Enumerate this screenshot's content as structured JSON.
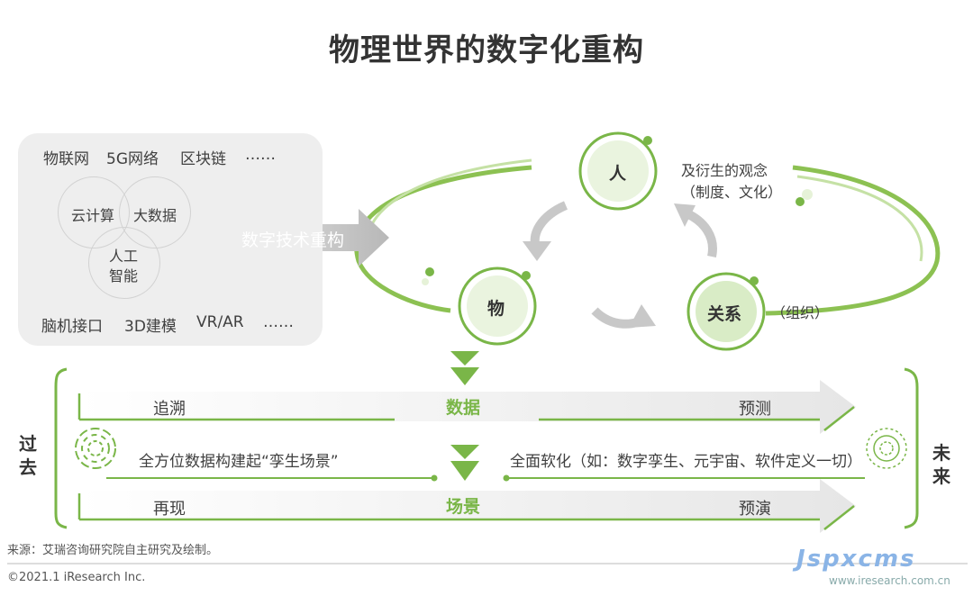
{
  "title": "物理世界的数字化重构",
  "tech_panel": {
    "row_top": [
      "物联网",
      "5G网络",
      "区块链",
      "……"
    ],
    "venn": [
      "云计算",
      "大数据",
      "人工\n智能"
    ],
    "row_bottom": [
      "脑机接口",
      "3D建模",
      "VR/AR",
      "……"
    ]
  },
  "transform_arrow": "数字技术重构",
  "cycle": {
    "person": "人",
    "object": "物",
    "relation": "关系",
    "person_note_1": "及衍生的观念",
    "person_note_2": "（制度、文化）",
    "relation_note": "（组织）"
  },
  "timeline": {
    "past": "过去",
    "future": "未来",
    "row1_left": "追溯",
    "row1_center": "数据",
    "row1_right": "预测",
    "row2_left": "全方位数据构建起“孪生场景”",
    "row2_right": "全面软化（如：数字孪生、元宇宙、软件定义一切）",
    "row3_left": "再现",
    "row3_center": "场景",
    "row3_right": "预演"
  },
  "source": "来源：艾瑞咨询研究院自主研究及绘制。",
  "copyright": "©2021.1 iResearch Inc.",
  "watermark": "Jspxcms",
  "watermark_url": "www.iresearch.com.cn",
  "colors": {
    "green": "#7ab648",
    "light_green": "#c5e1a5",
    "gray": "#cccccc"
  }
}
